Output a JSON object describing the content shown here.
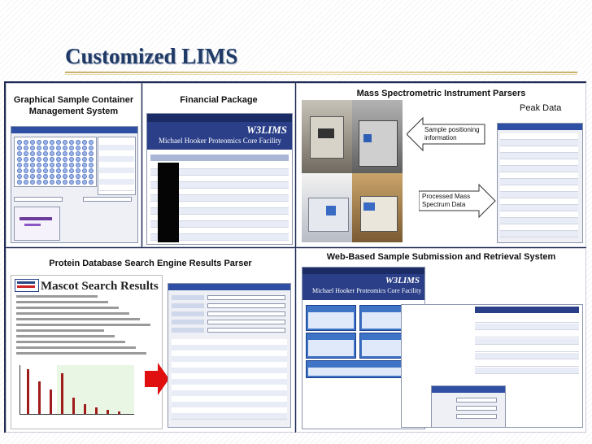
{
  "slide": {
    "title": "Customized LIMS"
  },
  "panels": {
    "container": {
      "title_line1": "Graphical Sample Container",
      "title_line2": "Management System"
    },
    "financial": {
      "title": "Financial Package",
      "brand": "W3LIMS",
      "subtitle": "Michael Hooker Proteomics Core Facility"
    },
    "mass_spec": {
      "title": "Mass Spectrometric Instrument Parsers",
      "peak_data": "Peak Data",
      "sample_positioning_line1": "Sample positioning",
      "sample_positioning_line2": "information",
      "processed_line1": "Processed Mass",
      "processed_line2": "Spectrum Data"
    },
    "protein": {
      "title": "Protein Database Search Engine Results Parser",
      "mascot_title": "Mascot Search Results"
    },
    "web": {
      "title": "Web-Based Sample Submission and Retrieval System",
      "brand": "W3LIMS",
      "subtitle": "Michael Hooker Proteomics Core Facility"
    }
  },
  "colors": {
    "title": "#1f3a66",
    "stage": "#1f2b52",
    "header_blue": "#2a3f88",
    "bar_red": "#a01b1b",
    "arrow_red": "#e01010"
  }
}
